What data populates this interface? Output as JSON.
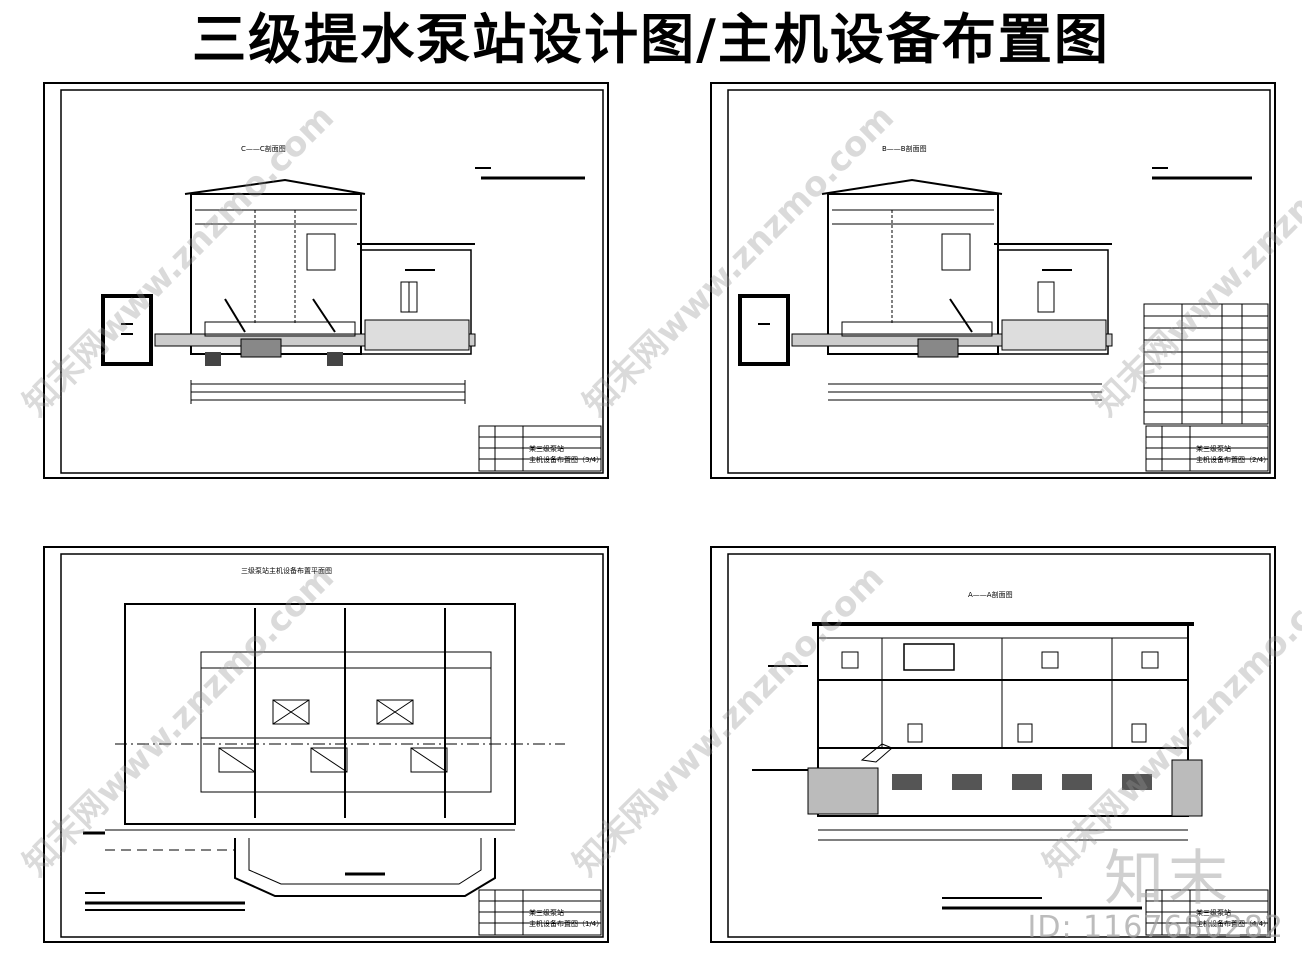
{
  "title": "三级提水泵站设计图/主机设备布置图",
  "sheets": [
    {
      "section_label": "C——C剖面图",
      "block_title": "某三级泵站",
      "block_subtitle": "主机设备布置图（3/4）"
    },
    {
      "section_label": "B——B剖面图",
      "block_title": "某三级泵站",
      "block_subtitle": "主机设备布置图（2/4）"
    },
    {
      "section_label": "三级泵站主机设备布置平面图",
      "block_title": "某三级泵站",
      "block_subtitle": "主机设备布置图（1/4）"
    },
    {
      "section_label": "A——A剖面图",
      "block_title": "某三级泵站",
      "block_subtitle": "主机设备布置图（4/4）"
    }
  ],
  "watermark": "知末网www.znzmo.com",
  "brand": "知末",
  "id_text": "ID: 1167686282"
}
